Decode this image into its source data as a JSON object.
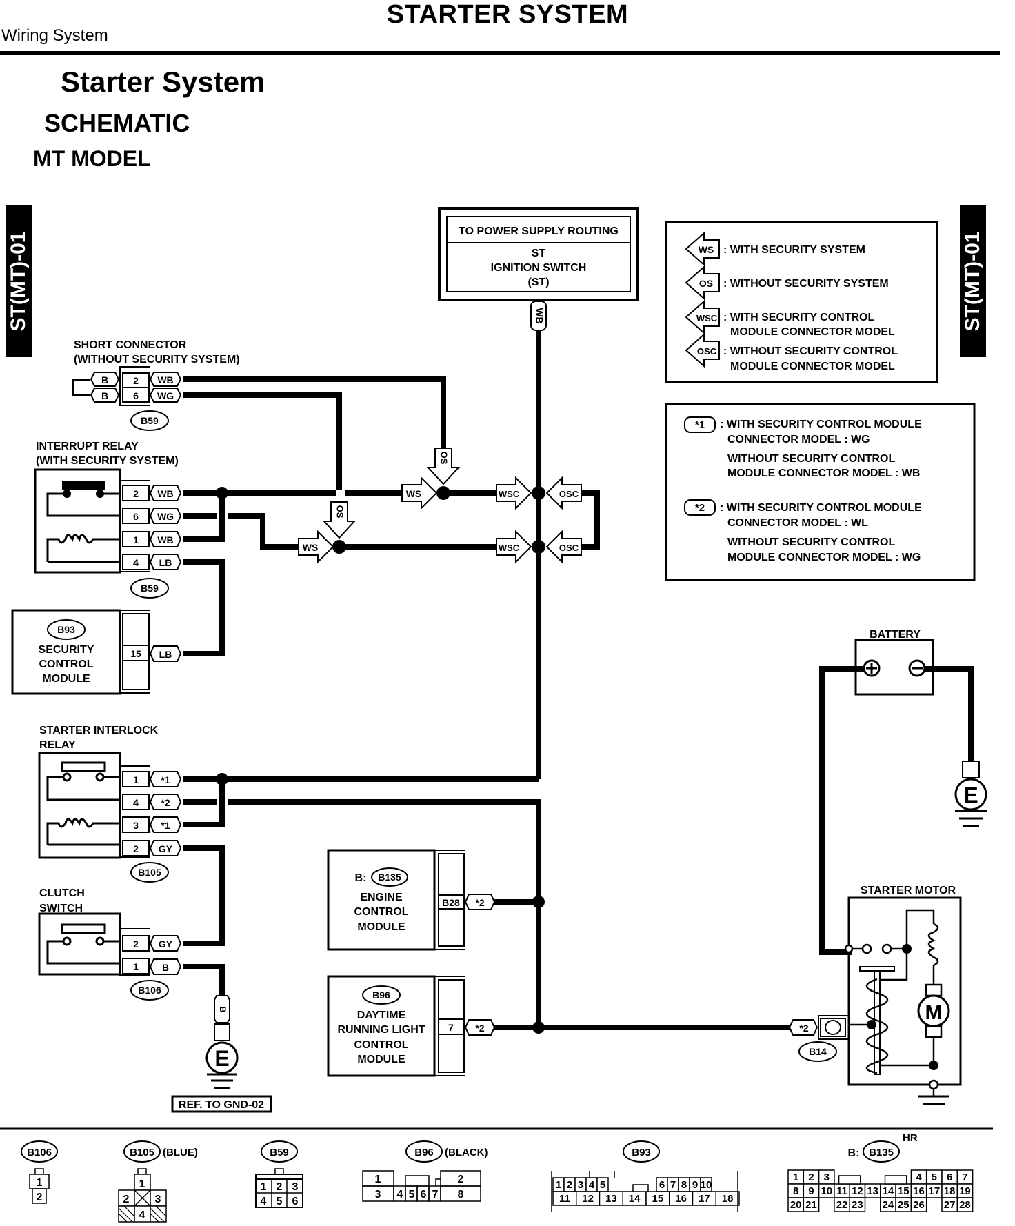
{
  "header": {
    "section_title": "STARTER SYSTEM",
    "category": "Wiring System"
  },
  "titles": {
    "main": "Starter System",
    "sub": "SCHEMATIC",
    "model": "MT MODEL"
  },
  "page_tab": "ST(MT)-01",
  "power_box": {
    "heading": "TO POWER SUPPLY ROUTING",
    "line1": "ST",
    "line2": "IGNITION SWITCH",
    "line3": "(ST)",
    "wire": "WB"
  },
  "legend_arrows": [
    {
      "code": "WS",
      "text": ": WITH SECURITY SYSTEM",
      "text2": ""
    },
    {
      "code": "OS",
      "text": ": WITHOUT SECURITY SYSTEM",
      "text2": ""
    },
    {
      "code": "WSC",
      "text": ": WITH SECURITY CONTROL",
      "text2": "MODULE CONNECTOR MODEL"
    },
    {
      "code": "OSC",
      "text": ": WITHOUT SECURITY CONTROL",
      "text2": "MODULE CONNECTOR MODEL"
    }
  ],
  "legend_notes": [
    {
      "code": "*1",
      "l1": ": WITH SECURITY CONTROL MODULE",
      "l2": "CONNECTOR MODEL : WG",
      "l3": "WITHOUT SECURITY CONTROL",
      "l4": "MODULE CONNECTOR MODEL : WB"
    },
    {
      "code": "*2",
      "l1": ": WITH SECURITY CONTROL MODULE",
      "l2": "CONNECTOR MODEL : WL",
      "l3": "WITHOUT SECURITY CONTROL",
      "l4": "MODULE CONNECTOR MODEL : WG"
    }
  ],
  "components": {
    "short_connector": {
      "title1": "SHORT CONNECTOR",
      "title2": "(WITHOUT SECURITY SYSTEM)",
      "connector": "B59",
      "pins": [
        {
          "pin": "2",
          "wire": "WB",
          "side": "B"
        },
        {
          "pin": "6",
          "wire": "WG",
          "side": "B"
        }
      ]
    },
    "interrupt_relay": {
      "title1": "INTERRUPT RELAY",
      "title2": "(WITH SECURITY SYSTEM)",
      "connector": "B59",
      "pins": [
        {
          "pin": "2",
          "wire": "WB"
        },
        {
          "pin": "6",
          "wire": "WG"
        },
        {
          "pin": "1",
          "wire": "WB"
        },
        {
          "pin": "4",
          "wire": "LB"
        }
      ]
    },
    "security_module": {
      "connector": "B93",
      "l1": "SECURITY",
      "l2": "CONTROL",
      "l3": "MODULE",
      "pin": "15",
      "wire": "LB"
    },
    "interlock_relay": {
      "title1": "STARTER INTERLOCK",
      "title2": "RELAY",
      "connector": "B105",
      "pins": [
        {
          "pin": "1",
          "wire": "*1"
        },
        {
          "pin": "4",
          "wire": "*2"
        },
        {
          "pin": "3",
          "wire": "*1"
        },
        {
          "pin": "2",
          "wire": "GY"
        }
      ]
    },
    "clutch_switch": {
      "title1": "CLUTCH",
      "title2": "SWITCH",
      "connector": "B106",
      "pins": [
        {
          "pin": "2",
          "wire": "GY"
        },
        {
          "pin": "1",
          "wire": "B"
        }
      ],
      "ground_wire": "B",
      "ground": "E",
      "ref": "REF. TO GND-02"
    },
    "ecm": {
      "prefix": "B:",
      "connector": "B135",
      "l1": "ENGINE",
      "l2": "CONTROL",
      "l3": "MODULE",
      "pin": "B28",
      "wire": "*2"
    },
    "drl": {
      "connector": "B96",
      "l1": "DAYTIME",
      "l2": "RUNNING LIGHT",
      "l3": "CONTROL",
      "l4": "MODULE",
      "pin": "7",
      "wire": "*2"
    },
    "battery": {
      "title": "BATTERY",
      "pos": "+",
      "neg": "−",
      "ground": "E"
    },
    "starter_motor": {
      "title": "STARTER MOTOR",
      "connector": "B14",
      "wire": "*2",
      "motor": "M"
    }
  },
  "junction_tags": {
    "ws": "WS",
    "os": "OS",
    "wsc": "WSC",
    "osc": "OSC"
  },
  "connector_views": [
    {
      "id": "B106",
      "note": "",
      "rows": [
        [
          "1"
        ],
        [
          "2"
        ]
      ]
    },
    {
      "id": "B105",
      "note": "(BLUE)",
      "rows": [
        [
          "1"
        ],
        [
          "2",
          "",
          "3"
        ],
        [
          "",
          "4",
          ""
        ]
      ]
    },
    {
      "id": "B59",
      "note": "",
      "rows": [
        [
          "1",
          "2",
          "3"
        ],
        [
          "4",
          "5",
          "6"
        ]
      ]
    },
    {
      "id": "B96",
      "note": "(BLACK)",
      "rows": [
        [
          "1",
          "",
          "2"
        ],
        [
          "3",
          "4",
          "5",
          "6",
          "7",
          "8"
        ]
      ]
    },
    {
      "id": "B93",
      "note": "",
      "rows": [
        [
          "1",
          "2",
          "3",
          "4",
          "5",
          "6",
          "7",
          "8",
          "9",
          "10"
        ],
        [
          "11",
          "12",
          "13",
          "14",
          "15",
          "16",
          "17",
          "18"
        ]
      ]
    },
    {
      "id": "B135",
      "prefix": "B:",
      "note": "HR",
      "rows": [
        [
          "1",
          "2",
          "3",
          "4",
          "5",
          "6",
          "7"
        ],
        [
          "8",
          "9",
          "10",
          "11",
          "12",
          "13",
          "14",
          "15",
          "16",
          "17",
          "18",
          "19"
        ],
        [
          "20",
          "21",
          "22",
          "23",
          "24",
          "25",
          "26",
          "27",
          "28"
        ]
      ]
    }
  ]
}
